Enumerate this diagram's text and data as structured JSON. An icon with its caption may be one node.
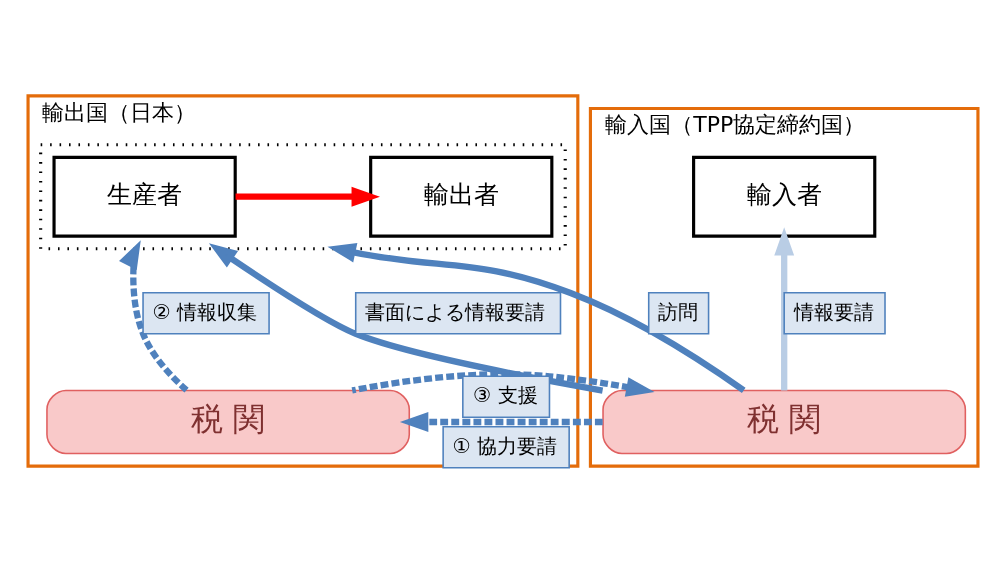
{
  "diagram": {
    "nodes": [
      {
        "text": [
          "輸出国（日本）"
        ]
      },
      {
        "text": [],
        "shape": "box",
        "in": 0
      },
      {
        "text": [
          "生産者"
        ],
        "in": 1
      },
      {
        "text": [
          "輸出者"
        ],
        "in": 1
      },
      {
        "text": [
          "税 関"
        ],
        "in": 0
      },
      {
        "text": [
          "輸入国（TPP協定締約国）"
        ]
      },
      {
        "text": [
          "輸入者"
        ],
        "in": 5
      },
      {
        "text": [
          "税 関"
        ],
        "in": 5
      }
    ],
    "edges": [
      {
        "from": 2,
        "to": 3,
        "arrow": "to",
        "color": "#ff0000"
      },
      {
        "from": 4,
        "to": 1,
        "arrow": "to",
        "style": "dashed",
        "label": "② 情報収集"
      },
      {
        "from": 7,
        "to": 1,
        "arrow": "to",
        "label": "書面による情報要請"
      },
      {
        "from": 7,
        "to": 1,
        "arrow": "to",
        "label": "訪問"
      },
      {
        "from": 7,
        "to": 6,
        "arrow": "to",
        "color": "#b9cde5",
        "label": "情報要請"
      },
      {
        "from": 7,
        "to": 4,
        "arrow": "to",
        "style": "dashed",
        "label": "① 協力要請"
      },
      {
        "from": 4,
        "to": 7,
        "arrow": "to",
        "style": "dashed",
        "label": "③ 支援"
      }
    ]
  }
}
